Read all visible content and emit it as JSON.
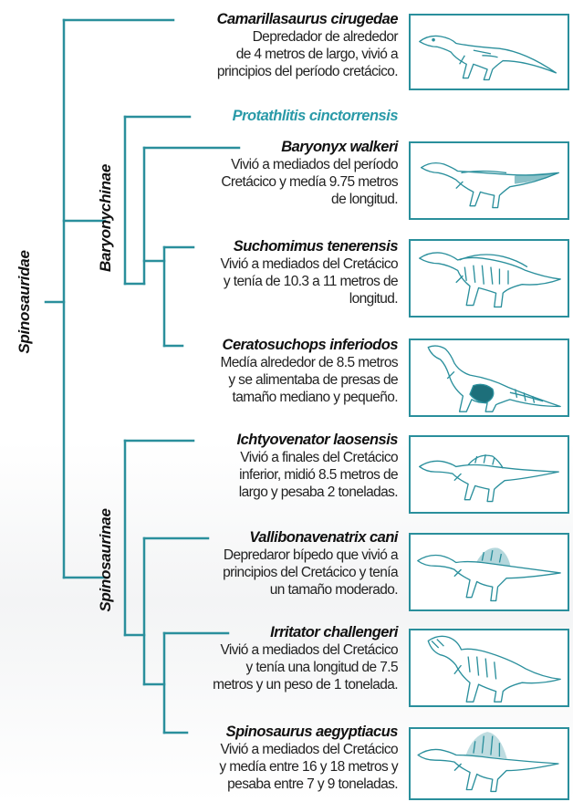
{
  "colors": {
    "accent": "#2a8f9c",
    "highlight": "#2a9aa8",
    "text": "#1a1a1a"
  },
  "family": {
    "name": "Spinosauridae"
  },
  "subfamilies": [
    {
      "name": "Baryonychinae"
    },
    {
      "name": "Spinosaurinae"
    }
  ],
  "species": [
    {
      "name": "Camarillasaurus cirugedae",
      "highlight": false,
      "description": "Depredador de alrededor\nde 4 metros de largo, vivió a\nprincipios del período cretácico.",
      "icon": "theropod-silhouette-icon"
    },
    {
      "name": "Protathlitis cinctorrensis",
      "highlight": true,
      "description": "",
      "icon": ""
    },
    {
      "name": "Baryonyx walkeri",
      "highlight": false,
      "description": "Vivió a mediados del período\nCretácico y medía 9.75 metros\nde longitud.",
      "icon": "baryonyx-icon"
    },
    {
      "name": "Suchomimus tenerensis",
      "highlight": false,
      "description": "Vivió a mediados del Cretácico\ny tenía de 10.3 a 11 metros de\nlongitud.",
      "icon": "suchomimus-icon"
    },
    {
      "name": "Ceratosuchops inferiodos",
      "highlight": false,
      "description": "Medía alrededor de 8.5 metros\ny se alimentaba de presas de\ntamaño mediano y pequeño.",
      "icon": "ceratosuchops-icon"
    },
    {
      "name": "Ichtyovenator laosensis",
      "highlight": false,
      "description": "Vivió a finales del Cretácico\ninferior, midió 8.5 metros de\nlargo y pesaba 2 toneladas.",
      "icon": "ichthyovenator-icon"
    },
    {
      "name": "Vallibonavenatrix cani",
      "highlight": false,
      "description": "Depredaror bípedo que vivió a\nprincipios del Cretácico y tenía\nun tamaño moderado.",
      "icon": "vallibonavenatrix-icon"
    },
    {
      "name": "Irritator challengeri",
      "highlight": false,
      "description": "Vivió a mediados del Cretácico\ny tenía una longitud de 7.5\nmetros y un peso de 1 tonelada.",
      "icon": "irritator-icon"
    },
    {
      "name": "Spinosaurus aegyptiacus",
      "highlight": false,
      "description": "Vivió a mediados del Cretácico\ny medía entre 16 y 18 metros y\npesaba entre 7 y 9 toneladas.",
      "icon": "spinosaurus-icon"
    }
  ]
}
